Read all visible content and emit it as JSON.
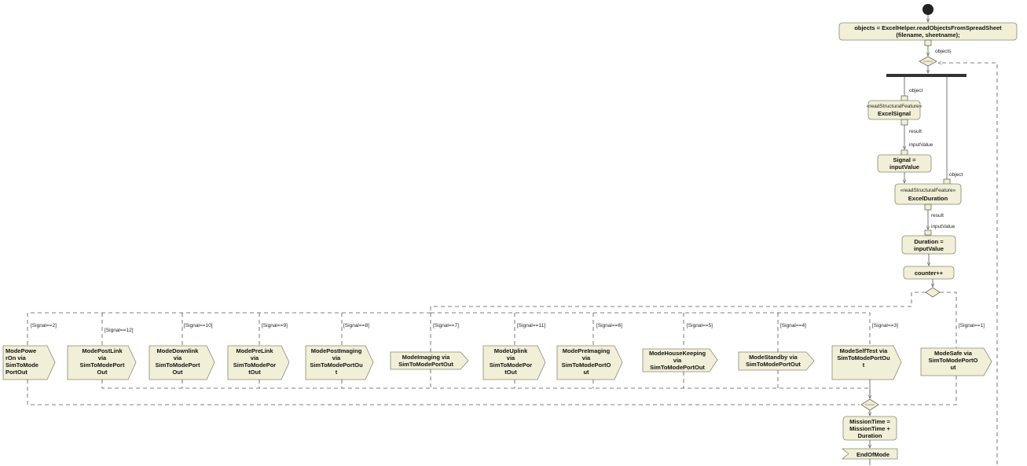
{
  "action_read": {
    "line1": "objects = ExcelHelper.readObjectsFromSpreadSheet",
    "line2": "(filename, sheetname);"
  },
  "pin_labels": {
    "objects": "objects",
    "object_signal": "object",
    "object_duration": "object",
    "result_signal": "result",
    "input_signal": "inputValue",
    "result_duration": "result",
    "input_duration": "inputValue"
  },
  "excel_signal": {
    "stereotype": "«readStructuralFeature»",
    "name": "ExcelSignal"
  },
  "excel_duration": {
    "stereotype": "«readStructuralFeature»",
    "name": "ExcelDuration"
  },
  "signal_assign": {
    "line1": "Signal =",
    "line2": "inputValue"
  },
  "duration_assign": {
    "line1": "Duration =",
    "line2": "inputValue"
  },
  "counter": "counter++",
  "guards": [
    "[Signal==2]",
    "[Signal==12]",
    "[Signal==10]",
    "[Signal==9]",
    "[Signal==8]",
    "[Signal==7]",
    "[Signal==11]",
    "[Signal==6]",
    "[Signal==5]",
    "[Signal==4]",
    "[Signal==3]",
    "[Signal==1]"
  ],
  "signals": [
    [
      "ModePowe",
      "rOn via",
      "SimToMode",
      "PortOut"
    ],
    [
      "ModePostLink",
      "via",
      "SimToModePort",
      "Out"
    ],
    [
      "ModeDownlink",
      "via",
      "SimToModePort",
      "Out"
    ],
    [
      "ModePreLink",
      "via",
      "SimToModePor",
      "tOut"
    ],
    [
      "ModePostImaging",
      "via",
      "SimToModePortOu",
      "t"
    ],
    [
      "ModeImaging via",
      "SimToModePortOut"
    ],
    [
      "ModeUplink",
      "via",
      "SimToModePor",
      "tOut"
    ],
    [
      "ModePreImaging",
      "via",
      "SimToModePortO",
      "ut"
    ],
    [
      "ModeHouseKeeping",
      "via",
      "SimToModePortOut"
    ],
    [
      "ModeStandby via",
      "SimToModePortOut"
    ],
    [
      "ModeSelfTest via",
      "SimToModePortOu",
      "t"
    ],
    [
      "ModeSafe via",
      "SimToModePortO",
      "ut"
    ]
  ],
  "mission_time": {
    "line1": "MissionTime =",
    "line2": "MissionTime +",
    "line3": "Duration"
  },
  "end_of_mode": "EndOfMode"
}
